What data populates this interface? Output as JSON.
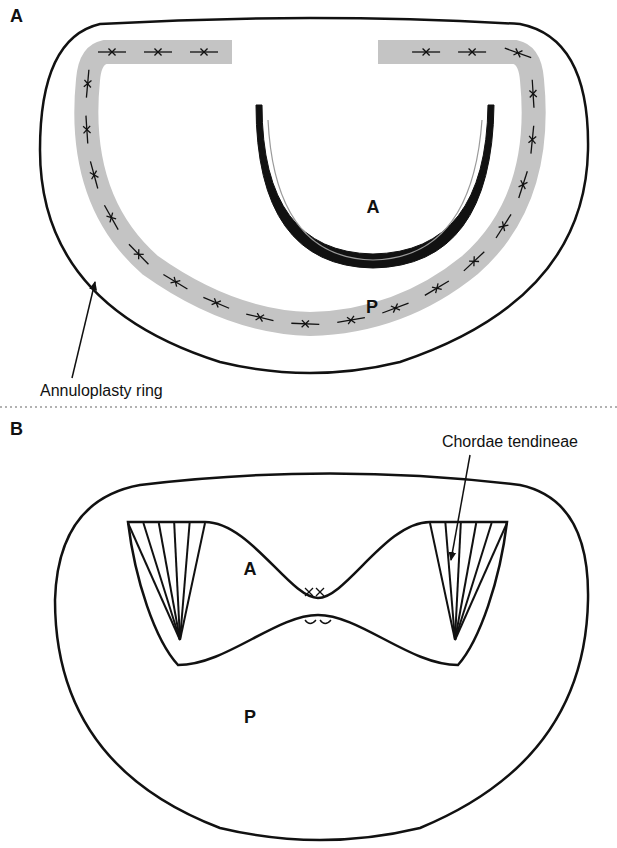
{
  "diagram": {
    "labels": [
      "A",
      "A",
      "P",
      "Annuloplasty ring",
      "B",
      "Chordae tendineae",
      "A",
      "P"
    ]
  }
}
